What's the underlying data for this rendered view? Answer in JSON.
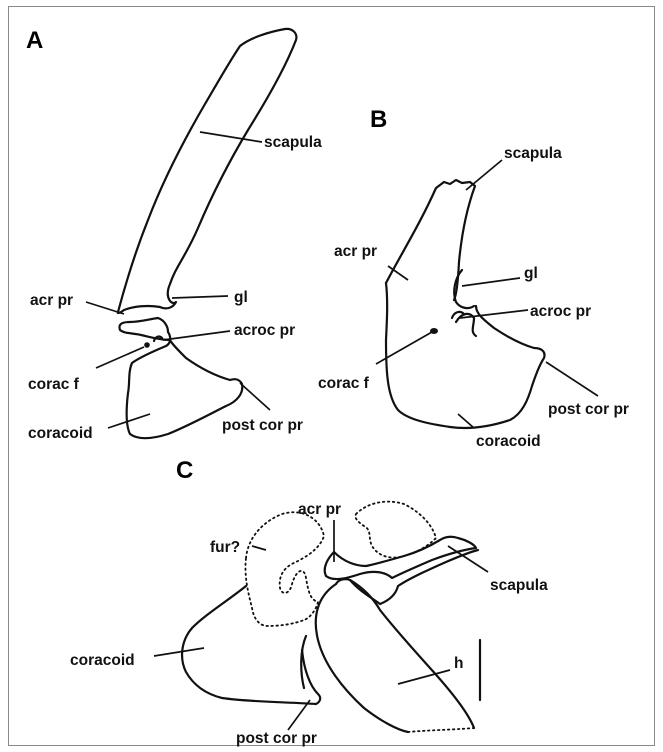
{
  "panels": {
    "a": {
      "letter": "A",
      "labels": {
        "scapula": "scapula",
        "acr_pr": "acr pr",
        "gl": "gl",
        "acroc_pr": "acroc pr",
        "corac_f": "corac f",
        "coracoid": "coracoid",
        "post_cor_pr": "post cor pr"
      }
    },
    "b": {
      "letter": "B",
      "labels": {
        "scapula": "scapula",
        "acr_pr": "acr pr",
        "gl": "gl",
        "acroc_pr": "acroc pr",
        "corac_f": "corac f",
        "post_cor_pr": "post cor pr",
        "coracoid": "coracoid"
      }
    },
    "c": {
      "letter": "C",
      "labels": {
        "acr_pr": "acr pr",
        "fur": "fur?",
        "scapula": "scapula",
        "coracoid": "coracoid",
        "h": "h",
        "post_cor_pr": "post cor pr"
      }
    }
  },
  "colors": {
    "line": "#111111",
    "background": "#ffffff",
    "frame": "#8a8a8a"
  }
}
